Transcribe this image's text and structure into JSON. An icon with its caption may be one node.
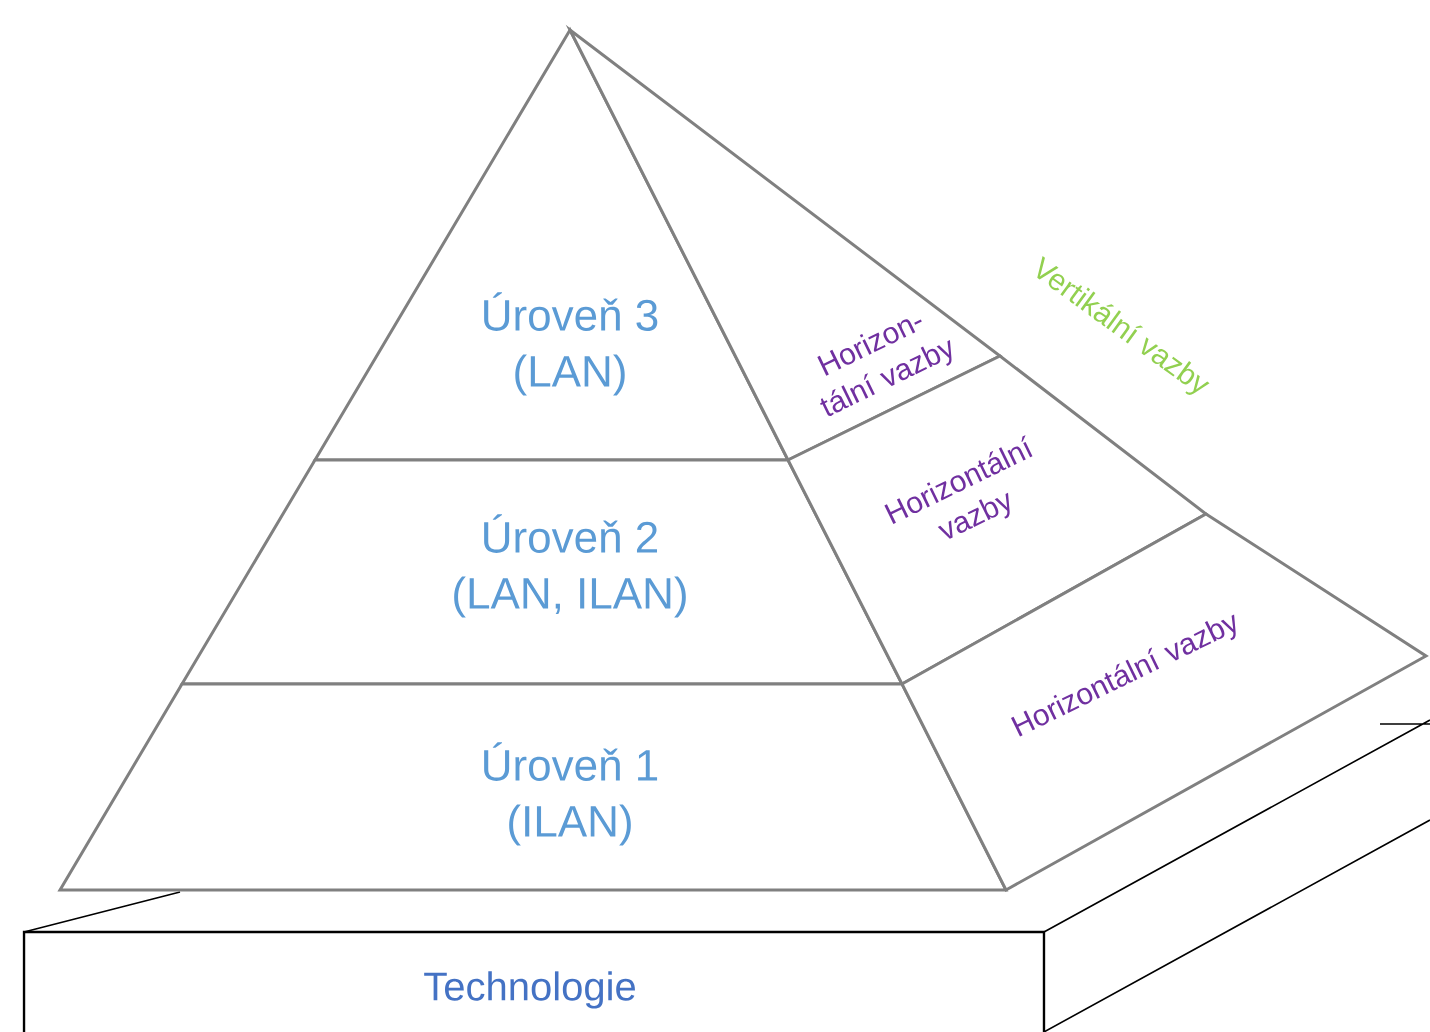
{
  "diagram": {
    "nodes": [
      {
        "text": [
          "Úroveň 3",
          "(LAN)"
        ]
      },
      {
        "text": [
          "Úroveň 2",
          "(LAN, ILAN)"
        ]
      },
      {
        "text": [
          "Úroveň 1",
          "(ILAN)"
        ]
      },
      {
        "text": [
          "Horizon- tální vazby"
        ]
      },
      {
        "text": [
          "Horizontální vazby"
        ]
      },
      {
        "text": [
          "Horizontální vazby"
        ]
      },
      {
        "text": [
          "Technologie"
        ]
      }
    ],
    "labels": [
      "Vertikální vazby"
    ]
  }
}
